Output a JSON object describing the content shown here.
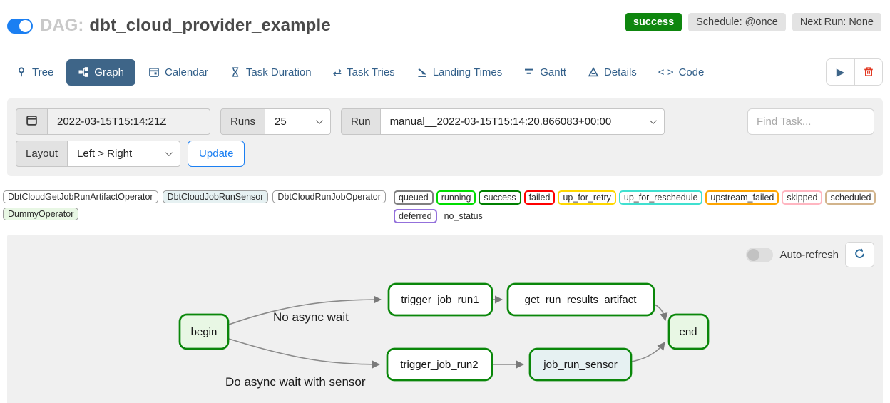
{
  "header": {
    "dag_prefix": "DAG:",
    "dag_title": "dbt_cloud_provider_example",
    "status_badge": "success",
    "schedule_badge": "Schedule: @once",
    "next_run_badge": "Next Run: None"
  },
  "icons": {
    "task_tries_glyph": "⇄",
    "code_glyph": "< >",
    "play_glyph": "▶"
  },
  "tabs": [
    {
      "label": "Tree"
    },
    {
      "label": "Graph"
    },
    {
      "label": "Calendar"
    },
    {
      "label": "Task Duration"
    },
    {
      "label": "Task Tries"
    },
    {
      "label": "Landing Times"
    },
    {
      "label": "Gantt"
    },
    {
      "label": "Details"
    },
    {
      "label": "Code"
    }
  ],
  "filters": {
    "base_date_value": "2022-03-15T15:14:21Z",
    "runs_label": "Runs",
    "runs_value": "25",
    "run_label": "Run",
    "run_value": "manual__2022-03-15T15:14:20.866083+00:00",
    "find_task_placeholder": "Find Task...",
    "layout_label": "Layout",
    "layout_value": "Left > Right",
    "update_button": "Update"
  },
  "legend": {
    "operators": [
      {
        "label": "DbtCloudGetJobRunArtifactOperator",
        "bg": "#ffffff"
      },
      {
        "label": "DbtCloudJobRunSensor",
        "bg": "#e6f1f2"
      },
      {
        "label": "DbtCloudRunJobOperator",
        "bg": "#ffffff"
      },
      {
        "label": "DummyOperator",
        "bg": "#e8f7e4"
      }
    ],
    "statuses": [
      {
        "label": "queued",
        "border": "#808080"
      },
      {
        "label": "running",
        "border": "#00dd00"
      },
      {
        "label": "success",
        "border": "#008000"
      },
      {
        "label": "failed",
        "border": "#ff0000"
      },
      {
        "label": "up_for_retry",
        "border": "#ffd700"
      },
      {
        "label": "up_for_reschedule",
        "border": "#40e0d0"
      },
      {
        "label": "upstream_failed",
        "border": "#ffa500"
      },
      {
        "label": "skipped",
        "border": "#ffb6c1"
      },
      {
        "label": "scheduled",
        "border": "#d2b48c"
      },
      {
        "label": "deferred",
        "border": "#9370db"
      },
      {
        "label": "no_status",
        "plain": true
      }
    ]
  },
  "graph": {
    "auto_refresh_label": "Auto-refresh",
    "node_border_color": "#0a870a",
    "edge_color": "#8a8a8a",
    "nodes": [
      {
        "label": "begin",
        "fill": "#e8f7e4"
      },
      {
        "label": "trigger_job_run1",
        "fill": "#ffffff"
      },
      {
        "label": "get_run_results_artifact",
        "fill": "#ffffff"
      },
      {
        "label": "end",
        "fill": "#e8f7e4"
      },
      {
        "label": "trigger_job_run2",
        "fill": "#ffffff"
      },
      {
        "label": "job_run_sensor",
        "fill": "#e6f1f2"
      }
    ],
    "edge_labels": [
      "No async wait",
      "Do async wait with sensor"
    ]
  }
}
